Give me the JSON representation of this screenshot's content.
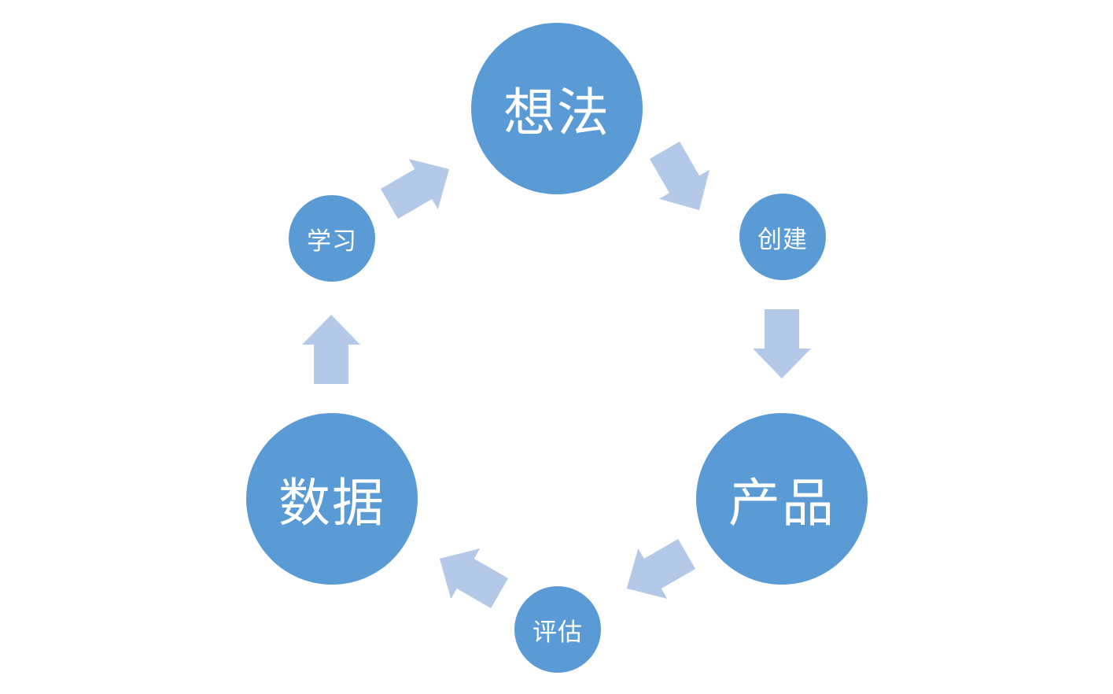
{
  "colors": {
    "node": "#5b9bd5",
    "arrow": "#b4c9e7",
    "text": "#ffffff",
    "background": "#ffffff"
  },
  "cycle": {
    "nodes": {
      "idea": "想法",
      "create": "创建",
      "product": "产品",
      "evaluate": "评估",
      "data": "数据",
      "learn": "学习"
    },
    "arrow_icon": "block-arrow"
  }
}
